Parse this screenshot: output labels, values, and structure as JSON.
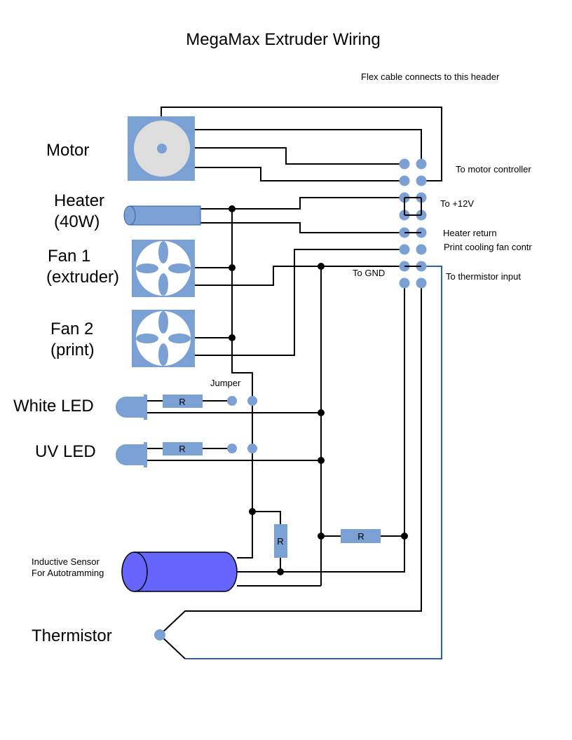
{
  "title": "MegaMax Extruder Wiring",
  "header_note": "Flex cable connects to this header",
  "components": {
    "motor": "Motor",
    "heater_line1": "Heater",
    "heater_line2": "(40W)",
    "fan1_line1": "Fan 1",
    "fan1_line2": "(extruder)",
    "fan2_line1": "Fan 2",
    "fan2_line2": "(print)",
    "white_led": "White LED",
    "uv_led": "UV LED",
    "sensor_line1": "Inductive Sensor",
    "sensor_line2": "For Autotramming",
    "thermistor": "Thermistor"
  },
  "connections": {
    "motor_controller": "To motor controller",
    "plus12v": "To +12V",
    "heater_return": "Heater return",
    "print_fan": "Print cooling fan contr",
    "gnd": "To GND",
    "thermistor_input": "To thermistor input"
  },
  "jumper": "Jumper",
  "resistor": "R",
  "colors": {
    "component_fill": "#7AA0D4",
    "motor_disc": "#DDDDDD",
    "fan_face": "#FFFFFF",
    "pin": "#7AA0D4",
    "sensor_body": "#6666FF",
    "wire": "#000000",
    "thermistor_wire": "#2E62A8"
  }
}
